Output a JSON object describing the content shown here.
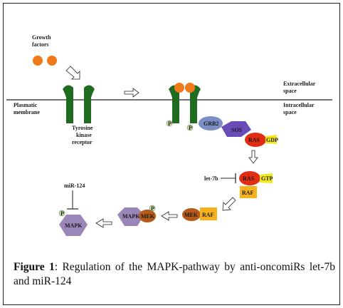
{
  "labels": {
    "growth_factors": [
      "Growth",
      "factors"
    ],
    "plasmatic_membrane": [
      "Plasmatic",
      "membrane"
    ],
    "tyrosine_receptor": [
      "Tyrosine",
      "kinase",
      "receptor"
    ],
    "extracellular": [
      "Extracellular",
      "space"
    ],
    "intracellular": [
      "Intracellular",
      "space"
    ],
    "grb2": "GRB2",
    "sos": "SOS",
    "ras": "RAS",
    "gdp": "GDP",
    "gtp": "GTP",
    "raf": "RAF",
    "mek": "MEK",
    "mapk": "MAPK",
    "phospho": "P",
    "let7b": "let-7b",
    "mir124": "miR-124"
  },
  "caption": {
    "prefix": "Figure 1",
    "text": ": Regulation of the MAPK-pathway by anti-oncomiRs let-7b and miR-124"
  },
  "colors": {
    "receptor": "#1f6b1f",
    "growth_factor": "#f07a1a",
    "grb2": "#7b8fc7",
    "sos": "#6a4bb8",
    "ras": "#e32c14",
    "gdp_gtp": "#f5e81e",
    "raf": "#f7b21b",
    "mek": "#b55a18",
    "mapk": "#9b86b8",
    "phospho": "#c9e9a0"
  }
}
